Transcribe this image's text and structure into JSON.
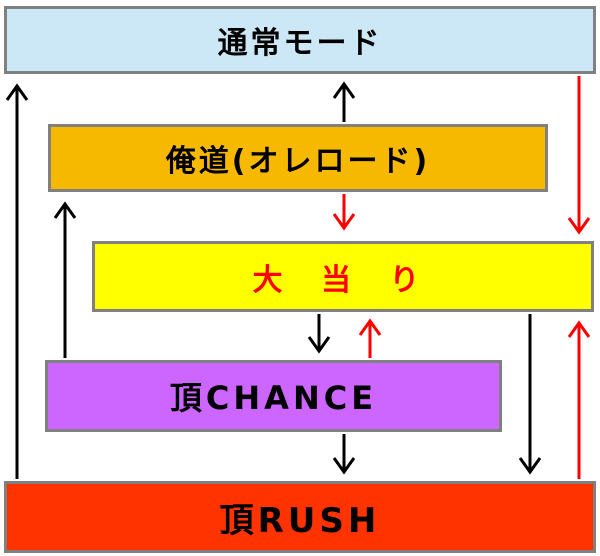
{
  "states": {
    "normal_mode": {
      "label": "通常モード",
      "color": "#cce8f6"
    },
    "oredo": {
      "label": "俺道(オレロード)",
      "color": "#f7b800"
    },
    "ooatari": {
      "label": "大 当 り",
      "color": "#ffff00",
      "text_color": "#ff0000"
    },
    "itadaki_chance": {
      "label": "頂CHANCE",
      "color": "#cc66ff"
    },
    "itadaki_rush": {
      "label": "頂RUSH",
      "color": "#ff3300"
    }
  },
  "arrow_colors": {
    "black": "#000000",
    "red": "#ff0000"
  },
  "transitions": [
    {
      "from": "oredo",
      "to": "normal_mode",
      "color": "black"
    },
    {
      "from": "oredo",
      "to": "ooatari",
      "color": "red"
    },
    {
      "from": "normal_mode",
      "to": "ooatari",
      "color": "red"
    },
    {
      "from": "itadaki_chance",
      "to": "oredo",
      "color": "black"
    },
    {
      "from": "itadaki_rush",
      "to": "normal_mode",
      "color": "black"
    },
    {
      "from": "ooatari",
      "to": "itadaki_chance",
      "color": "black"
    },
    {
      "from": "itadaki_chance",
      "to": "ooatari",
      "color": "red"
    },
    {
      "from": "itadaki_chance",
      "to": "itadaki_rush",
      "color": "black"
    },
    {
      "from": "ooatari",
      "to": "itadaki_rush",
      "color": "black"
    },
    {
      "from": "itadaki_rush",
      "to": "ooatari",
      "color": "red"
    }
  ]
}
